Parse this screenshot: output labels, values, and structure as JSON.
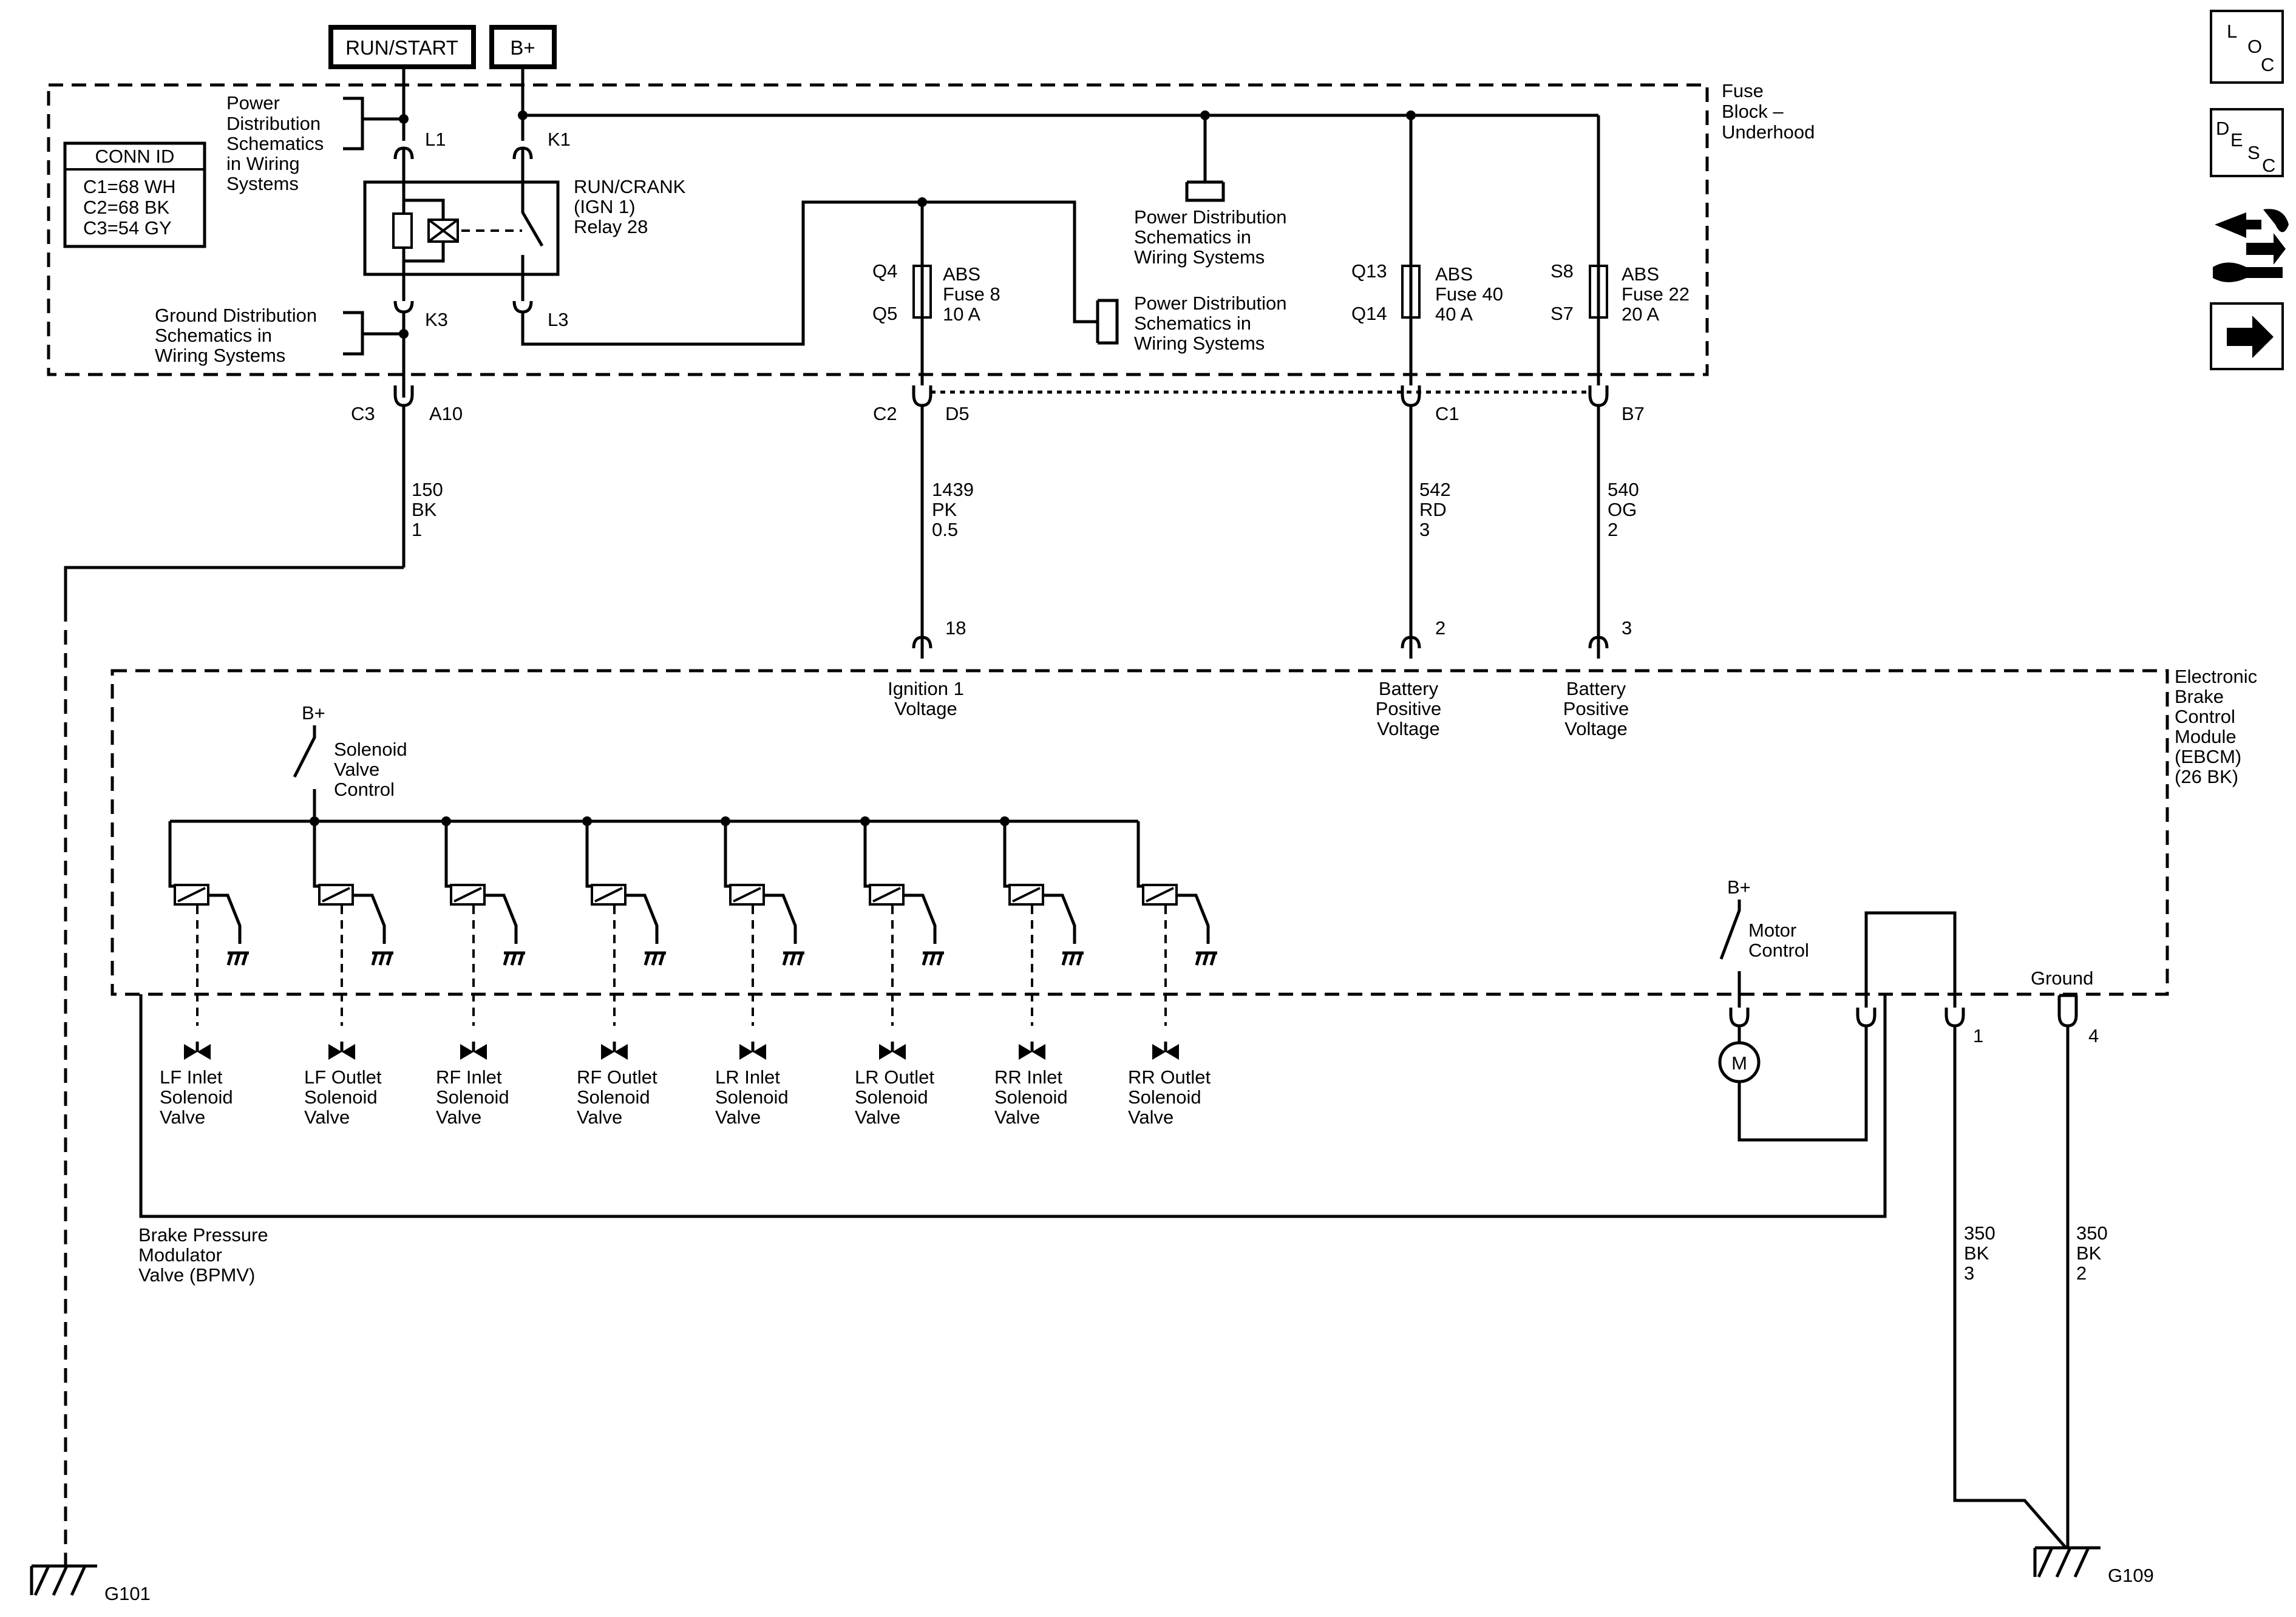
{
  "header": {
    "run_start": "RUN/START",
    "bplus": "B+"
  },
  "fuse_block": {
    "title": [
      "Fuse",
      "Block –",
      "Underhood"
    ]
  },
  "conn_id": {
    "title": "CONN ID",
    "lines": [
      "C1=68 WH",
      "C2=68 BK",
      "C3=54 GY"
    ]
  },
  "refs": {
    "power_top": [
      "Power",
      "Distribution",
      "Schematics",
      "in Wiring",
      "Systems"
    ],
    "ground": [
      "Ground Distribution",
      "Schematics in",
      "Wiring Systems"
    ],
    "power_mid": [
      "Power Distribution",
      "Schematics in",
      "Wiring Systems"
    ],
    "power_low": [
      "Power Distribution",
      "Schematics in",
      "Wiring Systems"
    ]
  },
  "relay": {
    "pin_l1": "L1",
    "pin_k1": "K1",
    "pin_k3": "K3",
    "pin_l3": "L3",
    "label": [
      "RUN/CRANK",
      "(IGN 1)",
      "Relay 28"
    ]
  },
  "fuses": [
    {
      "top": "Q4",
      "bottom": "Q5",
      "label": [
        "ABS",
        "Fuse 8",
        "10 A"
      ]
    },
    {
      "top": "Q13",
      "bottom": "Q14",
      "label": [
        "ABS",
        "Fuse 40",
        "40 A"
      ]
    },
    {
      "top": "S8",
      "bottom": "S7",
      "label": [
        "ABS",
        "Fuse 22",
        "20 A"
      ]
    }
  ],
  "connectors": [
    {
      "conn": "C3",
      "pin": "A10",
      "wire": [
        "150",
        "BK",
        "1"
      ]
    },
    {
      "conn": "C2",
      "pin": "D5",
      "wire": [
        "1439",
        "PK",
        "0.5"
      ]
    },
    {
      "conn": "",
      "pin": "C1",
      "wire": [
        "542",
        "RD",
        "3"
      ]
    },
    {
      "conn": "",
      "pin": "B7",
      "wire": [
        "540",
        "OG",
        "2"
      ]
    }
  ],
  "ebcm": {
    "title": [
      "Electronic",
      "Brake",
      "Control",
      "Module",
      "(EBCM)",
      "(26 BK)"
    ],
    "inputs": [
      {
        "pin": "18",
        "label": [
          "Ignition 1",
          "Voltage"
        ]
      },
      {
        "pin": "2",
        "label": [
          "Battery",
          "Positive",
          "Voltage"
        ]
      },
      {
        "pin": "3",
        "label": [
          "Battery",
          "Positive",
          "Voltage"
        ]
      }
    ],
    "solenoid_bplus": "B+",
    "solenoid_control": [
      "Solenoid",
      "Valve",
      "Control"
    ],
    "motor_bplus": "B+",
    "motor_control": [
      "Motor",
      "Control"
    ],
    "motor_symbol": "M",
    "ground_label": "Ground",
    "pin_1": "1",
    "pin_4": "4"
  },
  "valves": [
    [
      "LF Inlet",
      "Solenoid",
      "Valve"
    ],
    [
      "LF Outlet",
      "Solenoid",
      "Valve"
    ],
    [
      "RF Inlet",
      "Solenoid",
      "Valve"
    ],
    [
      "RF Outlet",
      "Solenoid",
      "Valve"
    ],
    [
      "LR Inlet",
      "Solenoid",
      "Valve"
    ],
    [
      "LR Outlet",
      "Solenoid",
      "Valve"
    ],
    [
      "RR Inlet",
      "Solenoid",
      "Valve"
    ],
    [
      "RR Outlet",
      "Solenoid",
      "Valve"
    ]
  ],
  "bpmv": [
    "Brake Pressure",
    "Modulator",
    "Valve (BPMV)"
  ],
  "ground_wires": [
    [
      "350",
      "BK",
      "3"
    ],
    [
      "350",
      "BK",
      "2"
    ]
  ],
  "grounds": {
    "left": "G101",
    "right": "G109"
  },
  "nav_icons": {
    "loc": [
      "L",
      "O",
      "C"
    ],
    "desc": [
      "D",
      "E",
      "S",
      "C"
    ],
    "icons": [
      "connector-tool-icon",
      "next-arrow-icon"
    ]
  }
}
